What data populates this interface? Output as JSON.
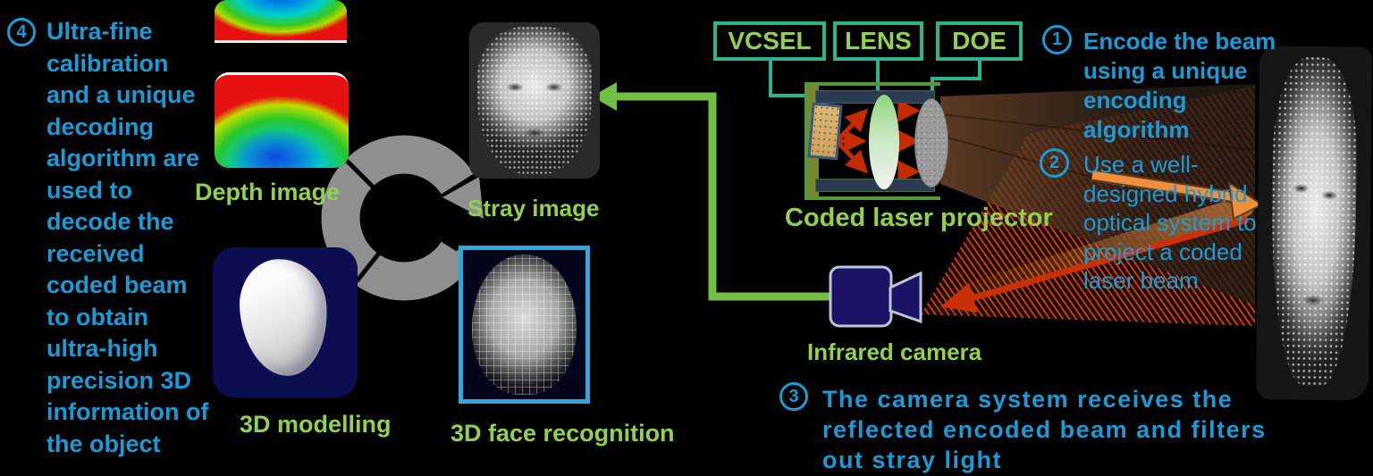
{
  "colors": {
    "accent_blue": "#1B9AD6",
    "label_green": "#92D050",
    "box_teal": "#2BB58F",
    "beam_orange": "#F08A38",
    "arrow_red": "#C23208",
    "camera_navy": "#1B1466",
    "cycle_gray": "#8F8F8F"
  },
  "steps": {
    "s1": {
      "num": "1",
      "lines": [
        "Encode the beam",
        "using a unique",
        "encoding",
        "algorithm"
      ]
    },
    "s2": {
      "num": "2",
      "lines": [
        "Use a well-",
        "designed hybrid",
        "optical system to",
        "project a coded",
        "laser beam"
      ]
    },
    "s3": {
      "num": "3",
      "lines": [
        "The camera system receives the",
        "reflected encoded beam and filters",
        "out stray light"
      ]
    },
    "s4": {
      "num": "4",
      "lines": [
        "Ultra-fine",
        "calibration",
        "and a unique",
        "decoding",
        "algorithm are",
        "used to",
        "decode the",
        "received",
        "coded beam",
        "to obtain",
        "ultra-high",
        "precision 3D",
        "information of",
        "the object"
      ]
    }
  },
  "components": {
    "vcsel": "VCSEL",
    "lens": "LENS",
    "doe": "DOE"
  },
  "labels": {
    "projector": "Coded laser projector",
    "camera": "Infrared camera",
    "depth": "Depth image",
    "stray": "Stray image",
    "modelling": "3D modelling",
    "face_recognition": "3D face recognition"
  }
}
